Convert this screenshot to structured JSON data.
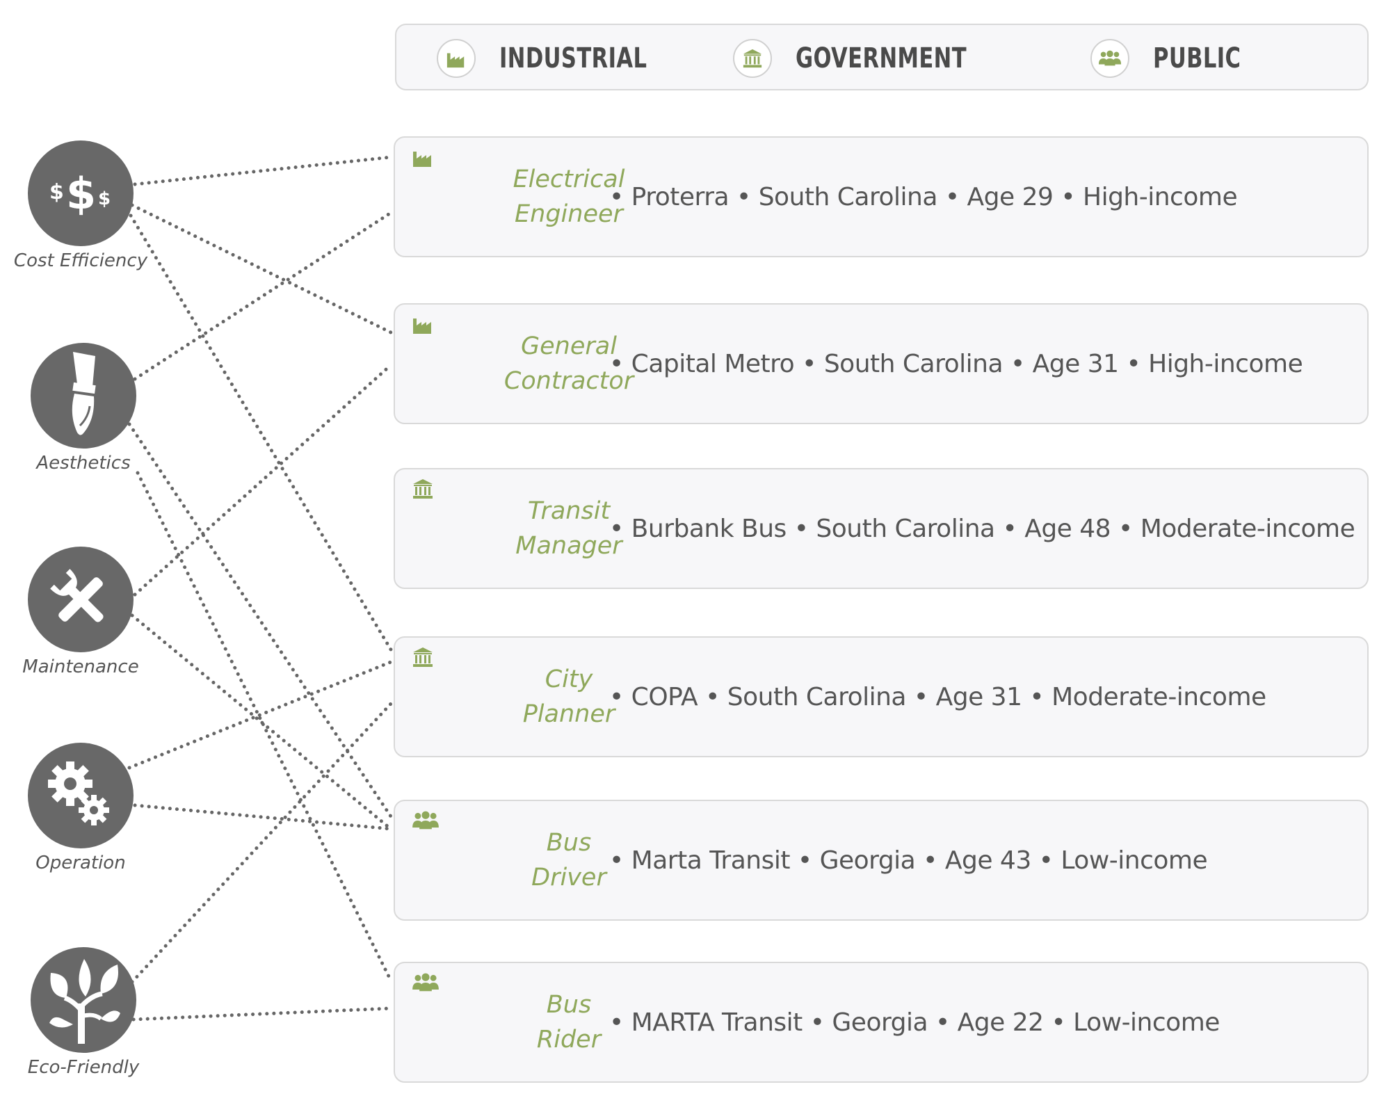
{
  "legend": [
    {
      "label": "INDUSTRIAL",
      "icon": "factory-icon"
    },
    {
      "label": "GOVERNMENT",
      "icon": "government-building-icon"
    },
    {
      "label": "PUBLIC",
      "icon": "people-group-icon"
    }
  ],
  "values": [
    {
      "label": "Cost Efficiency",
      "icon": "dollar-icon"
    },
    {
      "label": "Aesthetics",
      "icon": "paintbrush-icon"
    },
    {
      "label": "Maintenance",
      "icon": "tools-icon"
    },
    {
      "label": "Operation",
      "icon": "gears-icon"
    },
    {
      "label": "Eco-Friendly",
      "icon": "plant-icon"
    }
  ],
  "personas": [
    {
      "role_line1": "Electrical",
      "role_line2": "Engineer",
      "category": "industrial",
      "details": "• Proterra • South Carolina • Age 29 • High-income"
    },
    {
      "role_line1": "General",
      "role_line2": "Contractor",
      "category": "industrial",
      "details": "• Capital Metro • South Carolina • Age 31 • High-income"
    },
    {
      "role_line1": "Transit",
      "role_line2": "Manager",
      "category": "government",
      "details": "• Burbank Bus • South Carolina • Age 48 • Moderate-income"
    },
    {
      "role_line1": "City",
      "role_line2": "Planner",
      "category": "government",
      "details": "• COPA • South Carolina • Age 31 • Moderate-income"
    },
    {
      "role_line1": "Bus",
      "role_line2": "Driver",
      "category": "public",
      "details": "• Marta Transit • Georgia • Age 43 • Low-income"
    },
    {
      "role_line1": "Bus",
      "role_line2": "Rider",
      "category": "public",
      "details": "• MARTA Transit • Georgia • Age 22 • Low-income"
    }
  ],
  "connections": [
    {
      "from": "Cost Efficiency",
      "to": "Electrical Engineer"
    },
    {
      "from": "Cost Efficiency",
      "to": "General Contractor"
    },
    {
      "from": "Cost Efficiency",
      "to": "City Planner"
    },
    {
      "from": "Aesthetics",
      "to": "Electrical Engineer"
    },
    {
      "from": "Aesthetics",
      "to": "Bus Driver"
    },
    {
      "from": "Aesthetics",
      "to": "Bus Rider"
    },
    {
      "from": "Maintenance",
      "to": "General Contractor"
    },
    {
      "from": "Maintenance",
      "to": "Bus Driver"
    },
    {
      "from": "Operation",
      "to": "City Planner"
    },
    {
      "from": "Operation",
      "to": "Bus Driver"
    },
    {
      "from": "Eco-Friendly",
      "to": "City Planner"
    },
    {
      "from": "Eco-Friendly",
      "to": "Bus Rider"
    }
  ],
  "colors": {
    "accent_green": "#8fa85b",
    "icon_gray": "#686868",
    "text_gray": "#555555",
    "line_gray": "#666666"
  }
}
